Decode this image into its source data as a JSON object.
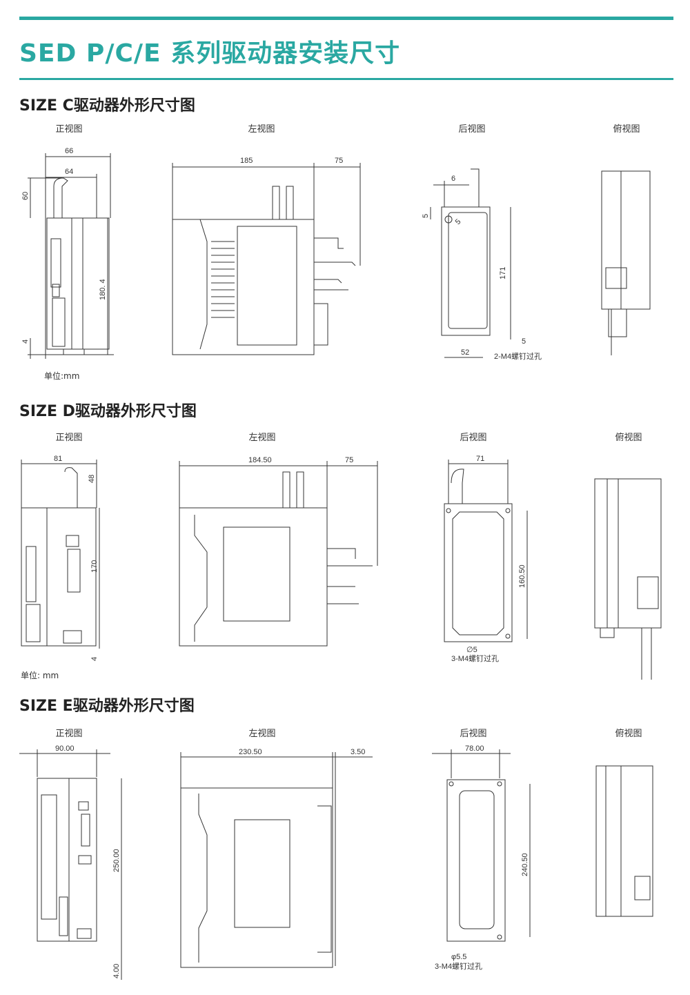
{
  "header": {
    "title": "SED P/C/E 系列驱动器安装尺寸"
  },
  "sections": [
    {
      "title": "SIZE C驱动器外形尺寸图",
      "views": [
        "正视图",
        "左视图",
        "后视图",
        "俯视图"
      ],
      "unit_note": "单位:mm",
      "dims": {
        "front_w1": "66",
        "front_w2": "64",
        "front_h_top": "60",
        "front_h": "180. 4",
        "front_bottom": "4",
        "left_w": "185",
        "left_ext": "75",
        "back_top": "6",
        "back_left": "5",
        "back_hole": "5",
        "back_h": "171",
        "back_right": "5",
        "back_w": "52",
        "back_screw": "2-M4螺钉过孔"
      }
    },
    {
      "title": "SIZE D驱动器外形尺寸图",
      "views": [
        "正视图",
        "左视图",
        "后视图",
        "俯视图"
      ],
      "unit_note": "单位:  mm",
      "dims": {
        "front_w": "81",
        "front_h_top": "48",
        "front_h": "170",
        "front_bottom": "4",
        "left_w": "184.50",
        "left_ext": "75",
        "back_w": "71",
        "back_h": "160.50",
        "back_hole": "∅5",
        "back_screw": "3-M4螺钉过孔"
      }
    },
    {
      "title": "SIZE E驱动器外形尺寸图",
      "views": [
        "正视图",
        "左视图",
        "后视图",
        "俯视图"
      ],
      "dims": {
        "front_w": "90.00",
        "front_h": "250.00",
        "front_bottom": "4.00",
        "left_w": "230.50",
        "left_ext": "3.50",
        "back_w": "78.00",
        "back_h": "240.50",
        "back_hole": "φ5.5",
        "back_screw": "3-M4螺钉过孔"
      }
    }
  ]
}
